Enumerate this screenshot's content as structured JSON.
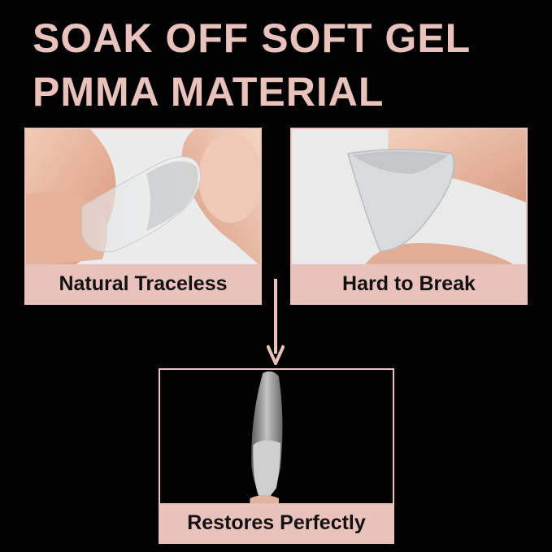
{
  "headline": {
    "line1": "SOAK OFF SOFT GEL",
    "line2": "PMMA MATERIAL"
  },
  "features": {
    "top_left": {
      "caption": "Natural Traceless"
    },
    "top_right": {
      "caption": "Hard to Break"
    },
    "bottom": {
      "caption": "Restores Perfectly"
    }
  },
  "colors": {
    "accent": "#e9c2bc",
    "background": "#000000",
    "caption_text": "#111111"
  },
  "icons": {
    "arrow": "arrow-down-icon"
  }
}
